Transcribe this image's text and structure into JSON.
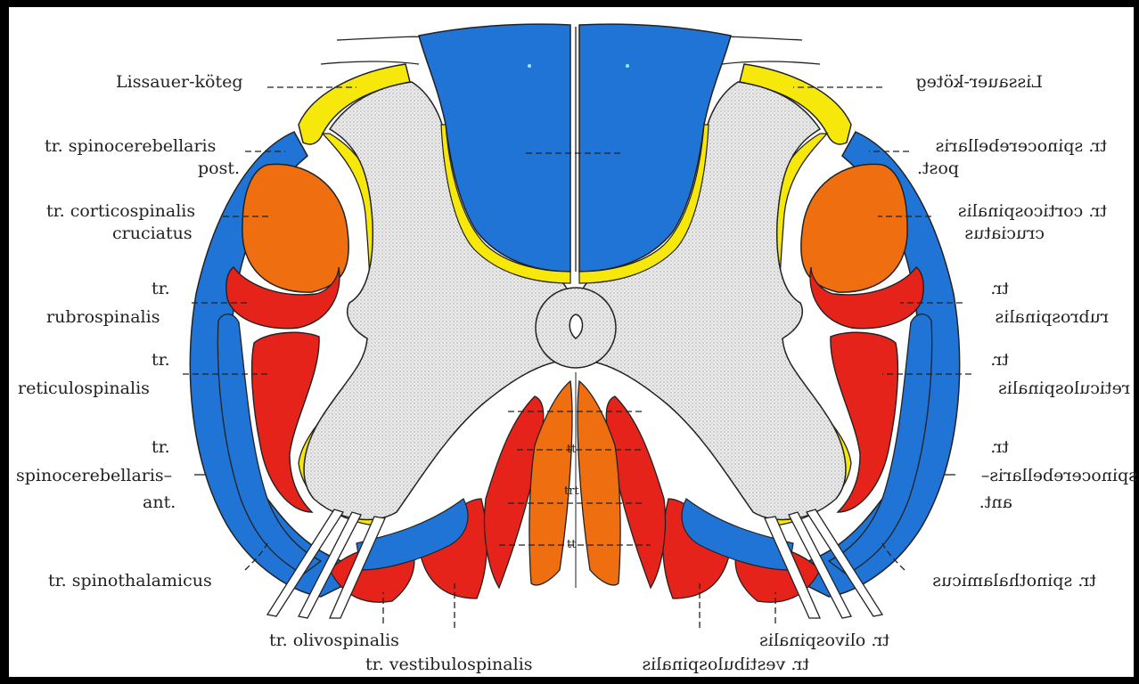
{
  "left_labels": {
    "lissauer": "Lissauer-köteg",
    "spinocereb_post_1": "tr. spinocerebellaris",
    "spinocereb_post_2": "post.",
    "corticospinalis_1": "tr. corticospinalis",
    "corticospinalis_2": "cruciatus",
    "rubro_1": "tr.",
    "rubro_2": "rubrospinalis",
    "reticulo_1": "tr.",
    "reticulo_2": "reticulospinalis",
    "spinocereb_ant_1": "tr.",
    "spinocereb_ant_2": "spinocerebellaris–",
    "spinocereb_ant_3": "ant.",
    "spinothal": "tr. spinothalamicus",
    "olivo": "tr. olivospinalis",
    "vestibulo": "tr. vestibulospinalis"
  },
  "right_labels": {
    "lissauer": "Lissauer-köteg",
    "spinocereb_post_1": "tr. spinocerebellaris",
    "spinocereb_post_2": "post.",
    "corticospinalis_1": "tr. corticospinalis",
    "corticospinalis_2": "cruciatus",
    "rubro_1": "tr.",
    "rubro_2": "rubrospinalis",
    "reticulo_1": "tr.",
    "reticulo_2": "reticulospinalis",
    "spinocereb_ant_1": "tr.",
    "spinocereb_ant_2": "spinocerebellaris–",
    "spinocereb_ant_3": "ant.",
    "spinothal": "tr. spinothalamicus",
    "olivo": "tr. olivospinalis",
    "vestibulo": "tr. vestibulospinalis"
  },
  "inner_labels": {
    "tt_upper": "tt",
    "trt": "trt",
    "tt_lower": "tt"
  },
  "colors": {
    "background": "#000000",
    "canvas": "#ffffff",
    "blue": "#1f74d6",
    "yellow": "#f6e80a",
    "red": "#e5231b",
    "orange": "#ee6e10",
    "gray_matter": "#e6e6e6"
  }
}
